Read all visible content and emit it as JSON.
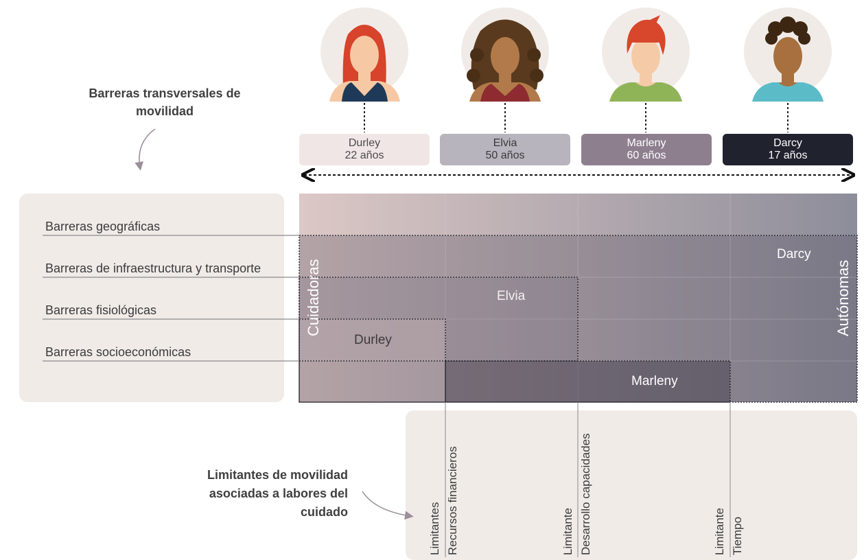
{
  "left_title": "Barreras transversales de movilidad",
  "barriers": [
    "Barreras geográficas",
    "Barreras de infraestructura y transporte",
    "Barreras fisiológicas",
    "Barreras socioeconómicas"
  ],
  "people": [
    {
      "name": "Durley",
      "age": "22 años",
      "box_color": "#f1e6e6",
      "text_color": "#4a4a4a",
      "hair": "#d7432b",
      "skin": "#f6c9a4",
      "shirt": "#1f3a58"
    },
    {
      "name": "Elvia",
      "age": "50 años",
      "box_color": "#b8b4bd",
      "text_color": "#3a3a3a",
      "hair": "#5a3a1e",
      "skin": "#b27a4a",
      "shirt": "#8e2b31"
    },
    {
      "name": "Marleny",
      "age": "60 años",
      "box_color": "#8e7f8f",
      "text_color": "#ffffff",
      "hair": "#d8462c",
      "skin": "#f5cba7",
      "shirt": "#8fb457"
    },
    {
      "name": "Darcy",
      "age": "17 años",
      "box_color": "#20222e",
      "text_color": "#ffffff",
      "hair": "#3d2712",
      "skin": "#a8703f",
      "shirt": "#5bbcc8"
    }
  ],
  "axis": {
    "left": "Cuidadoras",
    "right": "Autónomas"
  },
  "grid_names": {
    "durley": "Durley",
    "elvia": "Elvia",
    "marleny": "Marleny",
    "darcy": "Darcy"
  },
  "limits_title": "Limitantes de movilidad asociadas a labores del cuidado",
  "limits": [
    {
      "kind": "Limitantes",
      "label": "Recursos financieros"
    },
    {
      "kind": "Limitante",
      "label": "Desarrollo capacidades"
    },
    {
      "kind": "Limitante",
      "label": "Tiempo"
    }
  ],
  "colors": {
    "gradient_start": "#dcc8c6",
    "gradient_end": "#8d8d9a",
    "panel": "#f1ebe8"
  }
}
